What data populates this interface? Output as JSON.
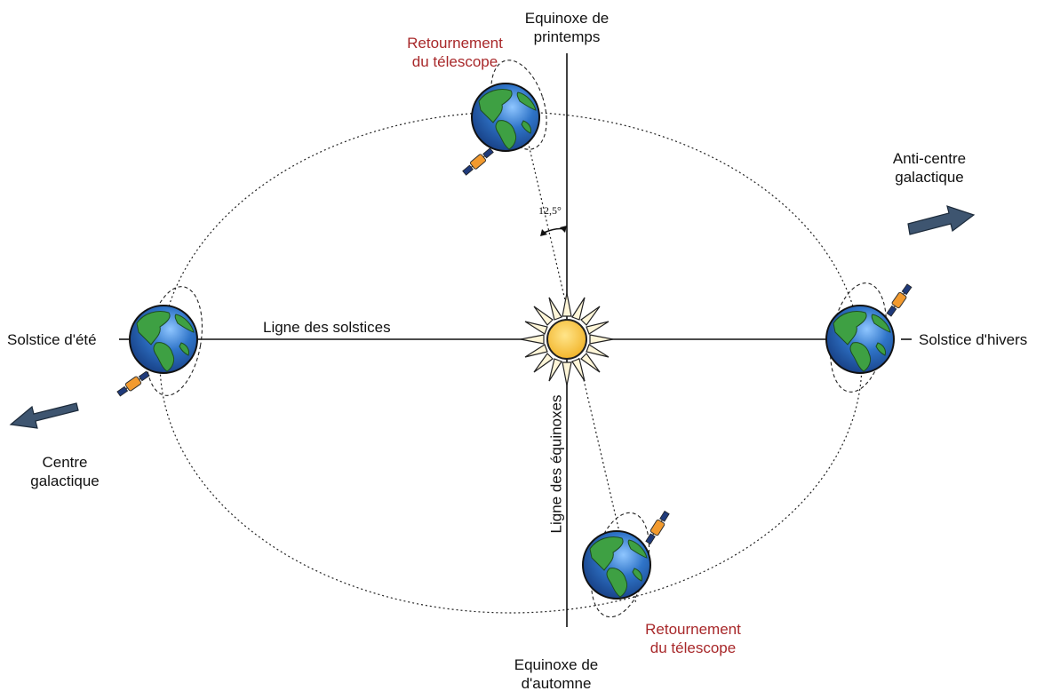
{
  "labels": {
    "equinox_spring_line1": "Equinoxe de",
    "equinox_spring_line2": "printemps",
    "equinox_autumn_line1": "Equinoxe de",
    "equinox_autumn_line2": "d'automne",
    "solstice_summer": "Solstice d'été",
    "solstice_winter": "Solstice d'hivers",
    "solstice_line": "Ligne des solstices",
    "equinox_line": "Ligne des équinoxes",
    "telescope_flip_top_line1": "Retournement",
    "telescope_flip_top_line2": "du télescope",
    "telescope_flip_bottom_line1": "Retournement",
    "telescope_flip_bottom_line2": "du télescope",
    "anticenter_line1": "Anti-centre",
    "anticenter_line2": "galactique",
    "center_line1": "Centre",
    "center_line2": "galactique",
    "angle": "12,5°"
  },
  "colors": {
    "flip_label": "#a8282a",
    "ocean": "#2f74c8",
    "land": "#3ea043",
    "sun": "#f7c948",
    "arrow": "#3e5570",
    "satellite_body": "#f29a2e",
    "satellite_panel": "#1f3a7a"
  },
  "icons": {
    "earth": "earth-globe-icon",
    "sun": "sun-icon",
    "satellite": "satellite-icon",
    "direction_arrow": "arrow-icon"
  }
}
